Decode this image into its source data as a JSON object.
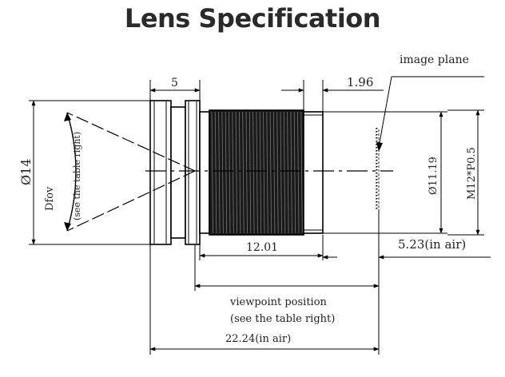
{
  "title": "Lens Specification",
  "labels": {
    "image_plane": "image plane",
    "dim_5": "5",
    "dim_196": "1.96",
    "dim_phi14": "Ø14",
    "dfov": "Dfov",
    "see_table_right_fov": "(see the table right)",
    "dim_phi1119": "Ø11.19",
    "thread": "M12*P0.5",
    "dim_1201": "12.01",
    "dim_523": "5.23(in air)",
    "viewpoint_position": "viewpoint position",
    "see_table_right_vp": "(see the table right)",
    "dim_2224": "22.24(in air)"
  }
}
